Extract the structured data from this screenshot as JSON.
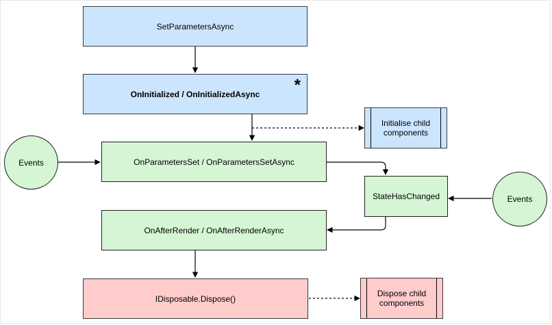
{
  "nodes": {
    "set_parameters": "SetParametersAsync",
    "on_initialized": "OnInitialized / OnInitializedAsync",
    "on_initialized_marker": "*",
    "init_child": "Initialise child components",
    "events_left": "Events",
    "on_parameters_set": "OnParametersSet / OnParametersSetAsync",
    "state_has_changed": "StateHasChanged",
    "events_right": "Events",
    "on_after_render": "OnAfterRender / OnAfterRenderAsync",
    "dispose": "IDisposable.Dispose()",
    "dispose_child": "Dispose child components"
  },
  "colors": {
    "blue_fill": "#cce5ff",
    "green_fill": "#d5f5d5",
    "red_fill": "#ffcccc",
    "stroke": "#000000"
  }
}
